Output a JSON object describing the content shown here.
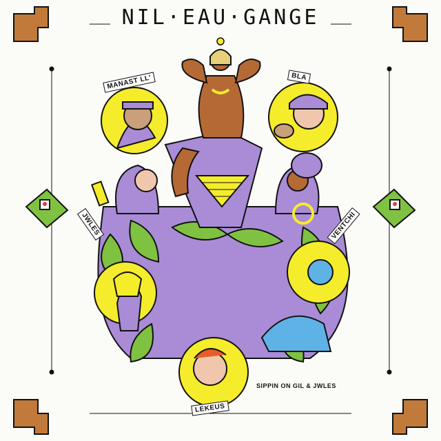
{
  "title": "NIL·EAU·GANGE",
  "caption": "SIPPIN ON GIL & JWLES",
  "characters": {
    "top_left": "MANAST LL'",
    "top_right": "BLA",
    "mid_left": "JWLES",
    "mid_right": "VENTCHI",
    "bottom": "LEKEUS"
  },
  "colors": {
    "purple": "#a98bd6",
    "green": "#7fc241",
    "yellow": "#f5ec2c",
    "skin": "#b56a36",
    "blue": "#5fb2e6",
    "arm": "#c27a3a"
  },
  "icons": [
    "fist-arm-icon",
    "money-stack-icon",
    "pyramid-icon"
  ]
}
